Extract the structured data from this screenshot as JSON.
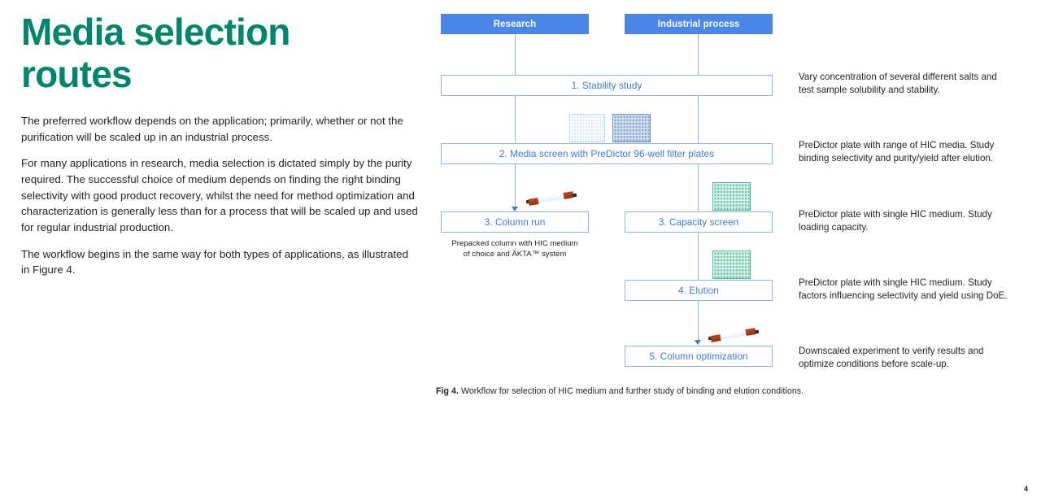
{
  "page": {
    "title": "Media selection\nroutes",
    "title_color": "#00866b",
    "page_number": "4",
    "paragraphs": [
      "The preferred workflow depends on the application; primarily, whether or not the purification will be scaled up in an industrial process.",
      "For many applications in research, media selection is dictated simply by the purity required. The successful choice of medium depends on finding the right binding selectivity with good product recovery, whilst the need for method optimization and characterization is generally less than for a process that will be scaled up and used for regular industrial production.",
      "The workflow begins in the same way for both types of applications, as illustrated in Figure 4."
    ]
  },
  "diagram": {
    "accent_blue": "#4a86e8",
    "box_border": "#8eb4e3",
    "box_text": "#3c78d8",
    "plate_green": "#6ec6ad",
    "lanes": [
      {
        "label": "Research"
      },
      {
        "label": "Industrial process"
      }
    ],
    "steps": [
      {
        "id": "step-1",
        "label": "1. Stability study"
      },
      {
        "id": "step-2",
        "label": "2. Media screen with PreDictor 96-well filter plates"
      },
      {
        "id": "step-3-research",
        "label": "3. Column run"
      },
      {
        "id": "step-3-industrial",
        "label": "3. Capacity screen"
      },
      {
        "id": "step-4",
        "label": "4. Elution"
      },
      {
        "id": "step-5",
        "label": "5. Column optimization"
      }
    ],
    "sub_caption": "Prepacked column with HIC medium\nof choice and ÄKTA™ system",
    "notes": [
      "Vary concentration of several different salts and test sample solubility and stability.",
      "PreDictor plate with range of HIC media. Study binding selectivity and purity/yield after elution.",
      "PreDictor plate with single HIC medium. Study loading capacity.",
      "PreDictor plate with single HIC medium. Study factors influencing selectivity and yield using DoE.",
      "Downscaled experiment to verify results and optimize conditions before scale-up."
    ],
    "figure_caption_label": "Fig 4.",
    "figure_caption_text": " Workflow for selection of HIC medium and further study of binding and elution conditions."
  }
}
